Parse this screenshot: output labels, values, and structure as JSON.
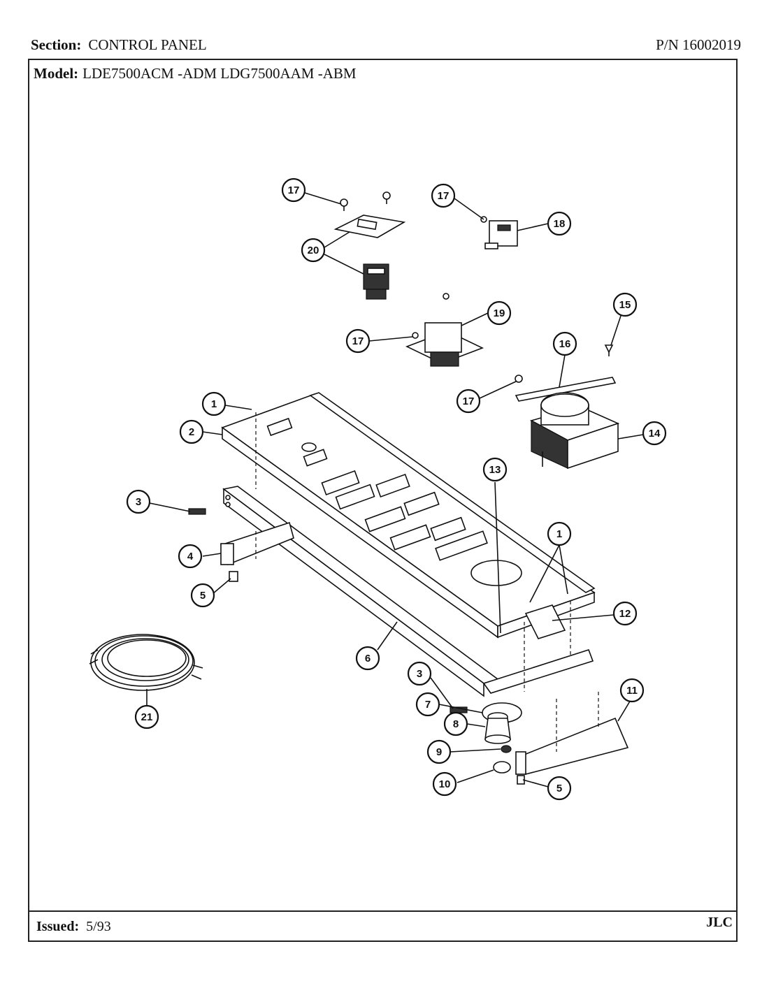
{
  "header": {
    "section_label": "Section:",
    "section_value": "CONTROL PANEL",
    "part_number": "P/N 16002019"
  },
  "model": {
    "label": "Model:",
    "value": "LDE7500ACM -ADM  LDG7500AAM -ABM"
  },
  "footer": {
    "issued_label": "Issued:",
    "issued_value": "5/93",
    "code": "JLC"
  },
  "callouts": {
    "c17a": "17",
    "c17b": "17",
    "c17c": "17",
    "c17d": "17",
    "c18": "18",
    "c20": "20",
    "c19": "19",
    "c15": "15",
    "c16": "16",
    "c14": "14",
    "c1a": "1",
    "c1b": "1",
    "c2": "2",
    "c3a": "3",
    "c3b": "3",
    "c4": "4",
    "c5a": "5",
    "c5b": "5",
    "c6": "6",
    "c7": "7",
    "c8": "8",
    "c9": "9",
    "c10": "10",
    "c11": "11",
    "c12": "12",
    "c13": "13",
    "c21": "21"
  }
}
